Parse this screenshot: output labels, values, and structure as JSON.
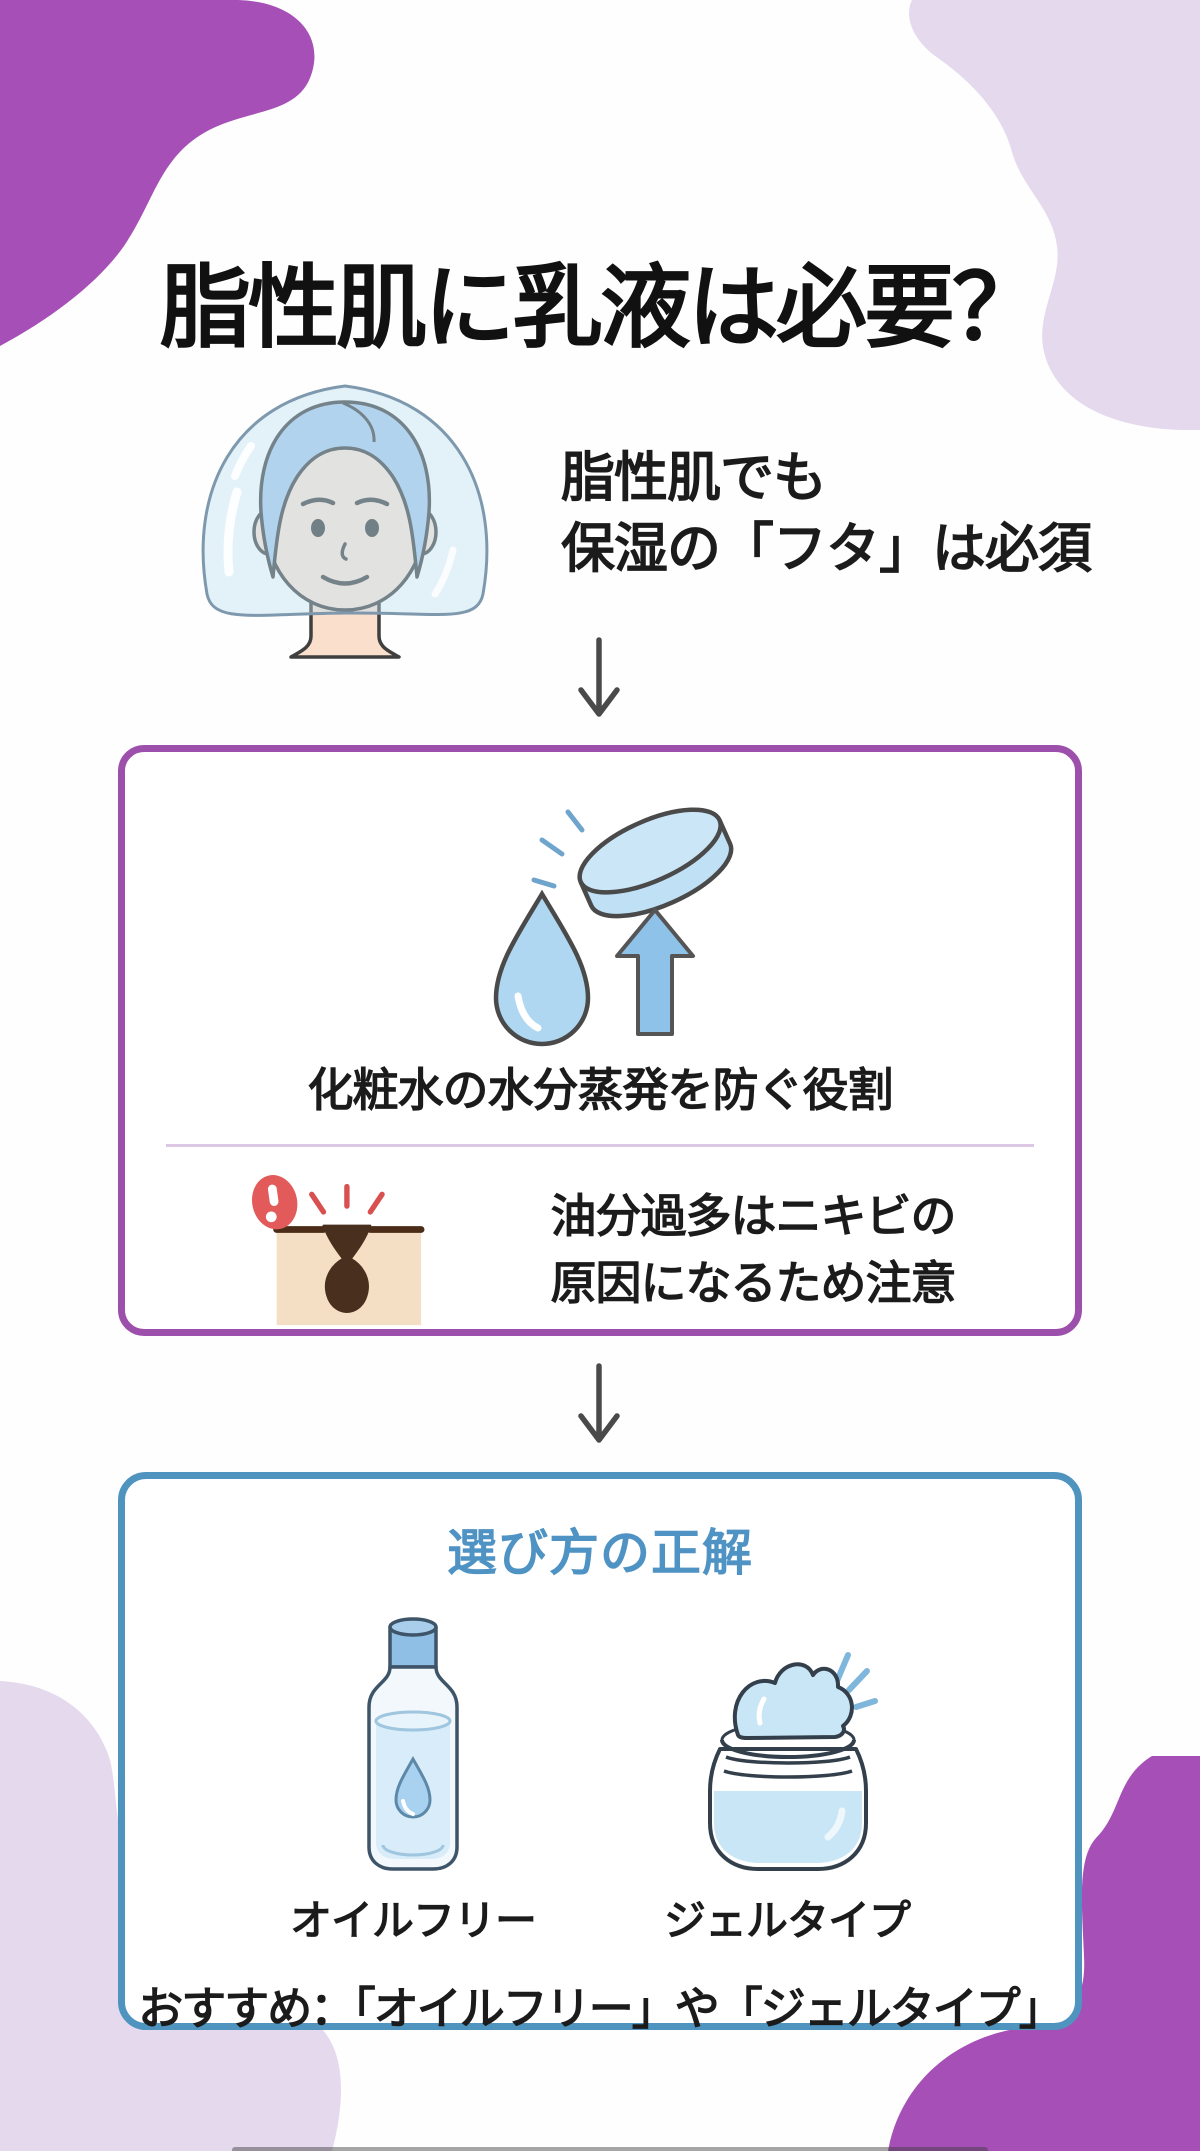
{
  "infographic": {
    "title": "脂性肌に乳液は必要？",
    "intro": {
      "icon": "face-with-moisture-veil-icon",
      "line1": "脂性肌でも",
      "line2": "保湿の「フタ」は必須"
    },
    "arrows": {
      "icon": "down-arrow-icon"
    },
    "role_box": {
      "icon": "water-drop-and-lid-icon",
      "main_text": "化粧水の水分蒸発を防ぐ役割",
      "caution": {
        "icon": "clogged-pore-warning-icon",
        "line1": "油分過多はニキビの",
        "line2": "原因になるため注意"
      }
    },
    "choice_box": {
      "title": "選び方の正解",
      "options": [
        {
          "icon": "oil-free-toner-bottle-icon",
          "label": "オイルフリー"
        },
        {
          "icon": "gel-cream-jar-icon",
          "label": "ジェルタイプ"
        }
      ],
      "recommendation": "おすすめ：「オイルフリー」や「ジェルタイプ」"
    },
    "colors": {
      "accent_purple": "#A64FB6",
      "light_lavender": "#E5D9EE",
      "role_box_border": "#9D4FAC",
      "choice_box_border": "#4F94BF",
      "choice_title_blue": "#4E93C4",
      "warning_red": "#E25A5A",
      "illustration_blue": "#AFD7F2",
      "text_black": "#1B1B1B"
    }
  }
}
